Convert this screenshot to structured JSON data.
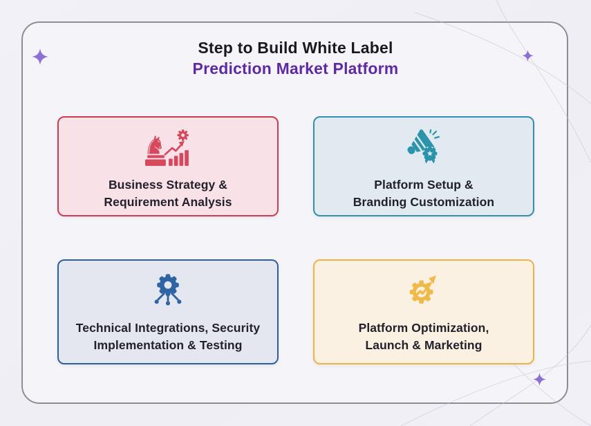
{
  "title": {
    "line1": "Step to Build White Label",
    "line2": "Prediction Market Platform"
  },
  "colors": {
    "title_dark": "#191922",
    "title_accent": "#5e2aa3",
    "panel_border": "#8d8d96",
    "panel_background": "#f5f4f9",
    "page_background": "#f1f0f6",
    "sparkle": "#7a58cf"
  },
  "icons": {
    "knight_glyph": "♞"
  },
  "cards": [
    {
      "label_line1": "Business Strategy &",
      "label_line2": "Requirement Analysis",
      "icon": "knight-strategy-chart-icon",
      "border_color": "#c93e54",
      "background": "#f8e1e7",
      "icon_color": "#d6495d"
    },
    {
      "label_line1": "Platform Setup &",
      "label_line2": "Branding Customization",
      "icon": "megaphone-badge-icon",
      "border_color": "#3290aa",
      "background": "#e2eaf1",
      "icon_color": "#2b93aa"
    },
    {
      "label_line1": "Technical Integrations, Security",
      "label_line2": "Implementation & Testing",
      "icon": "gear-network-icon",
      "border_color": "#2d5f9e",
      "background": "#e4e7ef",
      "icon_color": "#2e64a4"
    },
    {
      "label_line1": "Platform Optimization,",
      "label_line2": "Launch & Marketing",
      "icon": "gear-growth-arrow-icon",
      "border_color": "#edb445",
      "background": "#faf1e2",
      "icon_color": "#f0b94a"
    }
  ]
}
